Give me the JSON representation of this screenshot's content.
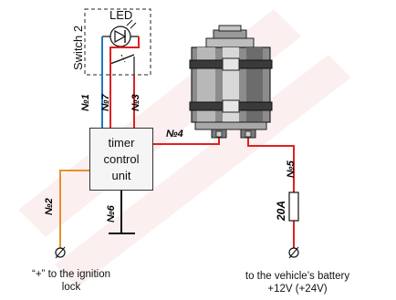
{
  "labels": {
    "led": "LED",
    "switch": "Switch 2",
    "unit_line1": "timer",
    "unit_line2": "control",
    "unit_line3": "unit",
    "fuse": "20A",
    "ignition_line1": "“+” to the ignition",
    "ignition_line2": "lock",
    "battery_line1": "to the vehicle’s battery",
    "battery_line2": "+12V (+24V)"
  },
  "wires": {
    "w1": "№1",
    "w2": "№2",
    "w3": "№3",
    "w4": "№4",
    "w5": "№5",
    "w6": "№6",
    "w7": "№7"
  },
  "colors": {
    "red": "#e02020",
    "blue": "#1f78c8",
    "orange": "#e8902a",
    "black": "#111111",
    "watermark": "#f4c8c8"
  }
}
